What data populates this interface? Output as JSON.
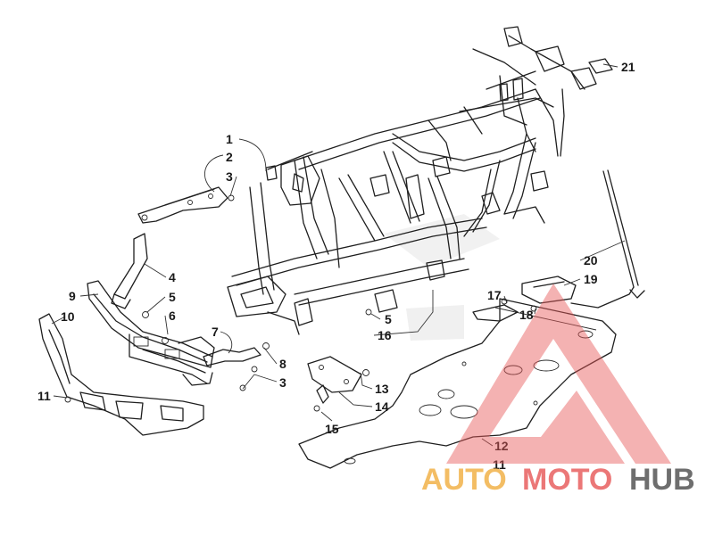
{
  "labels": {
    "l1": "1",
    "l2": "2",
    "l3a": "3",
    "l4": "4",
    "l5a": "5",
    "l6": "6",
    "l7": "7",
    "l8": "8",
    "l3b": "3",
    "l9": "9",
    "l10": "10",
    "l11a": "11",
    "l5b": "5",
    "l16": "16",
    "l13": "13",
    "l14": "14",
    "l15": "15",
    "l17": "17",
    "l18": "18",
    "l19": "19",
    "l20": "20",
    "l21": "21",
    "l12": "12",
    "l11b": "11"
  },
  "watermark": {
    "auto": "AUTO",
    "moto": "MOTO",
    "hub": "HUB",
    "colors": {
      "triangle": "#e85a5a",
      "auto": "#f2b24a",
      "moto": "#e86060",
      "hub": "#555555"
    }
  }
}
